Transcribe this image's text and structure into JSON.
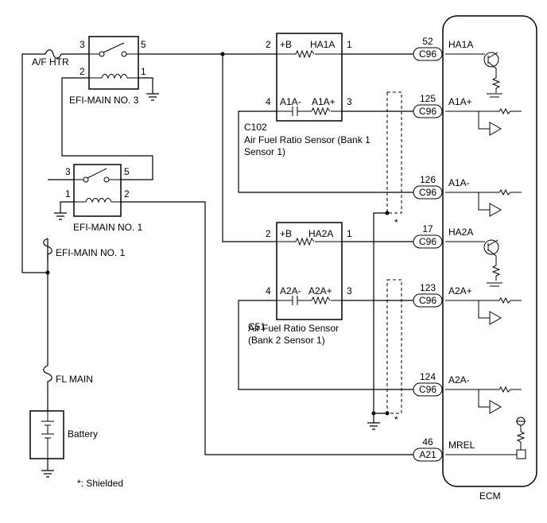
{
  "relays": {
    "efi_main_3": {
      "name": "EFI-MAIN NO. 3",
      "pin_in": "3",
      "pin_out": "5",
      "coil_a": "2",
      "coil_b": "1"
    },
    "efi_main_1": {
      "name": "EFI-MAIN NO. 1",
      "pin_in": "3",
      "pin_out": "5",
      "coil_a": "1",
      "coil_b": "2"
    }
  },
  "fuses": {
    "af_htr": "A/F HTR",
    "efi_main_1": "EFI-MAIN NO. 1",
    "fl_main": "FL MAIN"
  },
  "battery": "Battery",
  "sensor1": {
    "code": "C102",
    "name_line1": "Air Fuel Ratio Sensor (Bank 1",
    "name_line2": "Sensor 1)",
    "pin_b": "2",
    "label_b": "+B",
    "label_ha": "HA1A",
    "pin_ha": "1",
    "pin_neg": "4",
    "label_neg": "A1A-",
    "label_pos": "A1A+",
    "pin_pos": "3"
  },
  "sensor2": {
    "code": "C51",
    "name_line1": "Air Fuel Ratio Sensor",
    "name_line2": "(Bank 2 Sensor 1)",
    "pin_b": "2",
    "label_b": "+B",
    "label_ha": "HA2A",
    "pin_ha": "1",
    "pin_neg": "4",
    "label_neg": "A2A-",
    "label_pos": "A2A+",
    "pin_pos": "3"
  },
  "ecm": {
    "name": "ECM",
    "terminals": [
      {
        "pin": "52",
        "connector": "C96",
        "signal": "HA1A"
      },
      {
        "pin": "125",
        "connector": "C96",
        "signal": "A1A+"
      },
      {
        "pin": "126",
        "connector": "C96",
        "signal": "A1A-"
      },
      {
        "pin": "17",
        "connector": "C96",
        "signal": "HA2A"
      },
      {
        "pin": "123",
        "connector": "C96",
        "signal": "A2A+"
      },
      {
        "pin": "124",
        "connector": "C96",
        "signal": "A2A-"
      },
      {
        "pin": "46",
        "connector": "A21",
        "signal": "MREL"
      }
    ]
  },
  "shield_mark": "*",
  "shield_note": "*: Shielded"
}
